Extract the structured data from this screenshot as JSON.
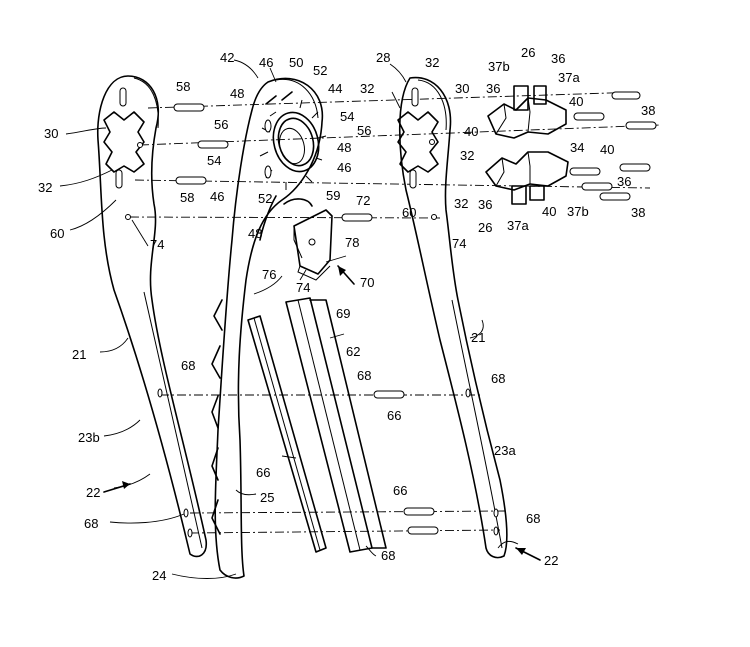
{
  "drawing": {
    "type": "patent exploded-view line drawing",
    "labels": [
      {
        "id": "l42",
        "text": "42"
      },
      {
        "id": "l46a",
        "text": "46"
      },
      {
        "id": "l50",
        "text": "50"
      },
      {
        "id": "l52a",
        "text": "52"
      },
      {
        "id": "l44",
        "text": "44"
      },
      {
        "id": "l48a",
        "text": "48"
      },
      {
        "id": "l58a",
        "text": "58"
      },
      {
        "id": "l30a",
        "text": "30"
      },
      {
        "id": "l32a",
        "text": "32"
      },
      {
        "id": "l60a",
        "text": "60"
      },
      {
        "id": "l58b",
        "text": "58"
      },
      {
        "id": "l74a",
        "text": "74"
      },
      {
        "id": "l56a",
        "text": "56"
      },
      {
        "id": "l54a",
        "text": "54"
      },
      {
        "id": "l54b",
        "text": "54"
      },
      {
        "id": "l56b",
        "text": "56"
      },
      {
        "id": "l48b",
        "text": "48"
      },
      {
        "id": "l46b",
        "text": "46"
      },
      {
        "id": "l46c",
        "text": "46"
      },
      {
        "id": "l52b",
        "text": "52"
      },
      {
        "id": "l59",
        "text": "59"
      },
      {
        "id": "l48c",
        "text": "48"
      },
      {
        "id": "l72",
        "text": "72"
      },
      {
        "id": "l78",
        "text": "78"
      },
      {
        "id": "l76",
        "text": "76"
      },
      {
        "id": "l74b",
        "text": "74"
      },
      {
        "id": "l70",
        "text": "70"
      },
      {
        "id": "l28",
        "text": "28"
      },
      {
        "id": "l32b",
        "text": "32"
      },
      {
        "id": "l32c",
        "text": "32"
      },
      {
        "id": "l30b",
        "text": "30"
      },
      {
        "id": "l32d",
        "text": "32"
      },
      {
        "id": "l60b",
        "text": "60"
      },
      {
        "id": "l32e",
        "text": "32"
      },
      {
        "id": "l74c",
        "text": "74"
      },
      {
        "id": "l26a",
        "text": "26"
      },
      {
        "id": "l36a",
        "text": "36"
      },
      {
        "id": "l37b1",
        "text": "37b"
      },
      {
        "id": "l37a1",
        "text": "37a"
      },
      {
        "id": "l36b",
        "text": "36"
      },
      {
        "id": "l40a",
        "text": "40"
      },
      {
        "id": "l38a",
        "text": "38"
      },
      {
        "id": "l40b",
        "text": "40"
      },
      {
        "id": "l34",
        "text": "34"
      },
      {
        "id": "l40c",
        "text": "40"
      },
      {
        "id": "l36c",
        "text": "36"
      },
      {
        "id": "l36d",
        "text": "36"
      },
      {
        "id": "l38b",
        "text": "38"
      },
      {
        "id": "l26b",
        "text": "26"
      },
      {
        "id": "l37a2",
        "text": "37a"
      },
      {
        "id": "l40d",
        "text": "40"
      },
      {
        "id": "l37b2",
        "text": "37b"
      },
      {
        "id": "l69",
        "text": "69"
      },
      {
        "id": "l62",
        "text": "62"
      },
      {
        "id": "l21a",
        "text": "21"
      },
      {
        "id": "l21b",
        "text": "21"
      },
      {
        "id": "l68a",
        "text": "68"
      },
      {
        "id": "l68b",
        "text": "68"
      },
      {
        "id": "l68c",
        "text": "68"
      },
      {
        "id": "l66a",
        "text": "66"
      },
      {
        "id": "l23b",
        "text": "23b"
      },
      {
        "id": "l23a",
        "text": "23a"
      },
      {
        "id": "l22a",
        "text": "22"
      },
      {
        "id": "l66b",
        "text": "66"
      },
      {
        "id": "l25",
        "text": "25"
      },
      {
        "id": "l66c",
        "text": "66"
      },
      {
        "id": "l68d",
        "text": "68"
      },
      {
        "id": "l68e",
        "text": "68"
      },
      {
        "id": "l68f",
        "text": "68"
      },
      {
        "id": "l24",
        "text": "24"
      },
      {
        "id": "l22b",
        "text": "22"
      }
    ]
  }
}
